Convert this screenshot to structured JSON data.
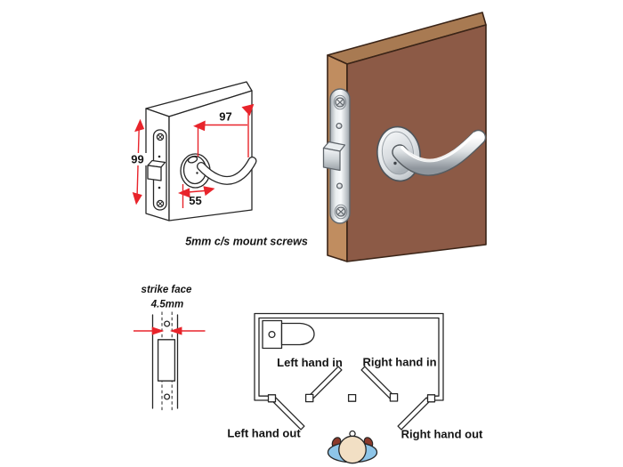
{
  "lock_drawing": {
    "dim_height": "99",
    "dim_width": "97",
    "dim_backset": "55",
    "note": "5mm c/s mount screws"
  },
  "strike_face": {
    "label": "strike face",
    "thickness": "4.5mm"
  },
  "floor_plan": {
    "left_hand_in": "Left hand in",
    "right_hand_in": "Right hand in",
    "left_hand_out": "Left hand out",
    "right_hand_out": "Right hand out"
  },
  "colors": {
    "dimension_red": "#e8242b",
    "line_black": "#262626",
    "door_face": "#8c5a46",
    "door_top": "#a87a52",
    "door_edge": "#c08d60",
    "door_outline": "#3a2417",
    "person_skin": "#f2dfc4",
    "person_shirt": "#8ec5e8",
    "person_hands": "#8c3a2b"
  }
}
